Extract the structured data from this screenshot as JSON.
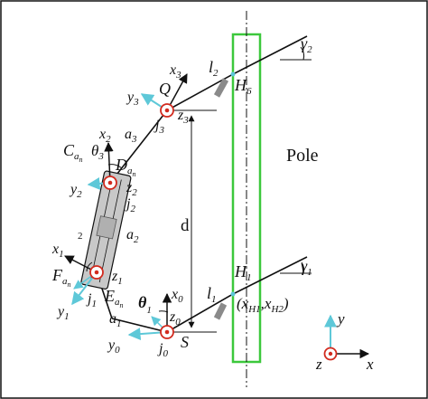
{
  "colors": {
    "pole_outline": "#3cc83c",
    "axis_arrow": "#5ec8d8",
    "joint": "#d22a1e",
    "link": "#111111",
    "link_body": "#c8c8c8",
    "sensor": "#8a8a8a"
  },
  "labels": {
    "pole": "Pole",
    "d": "d",
    "gamma2": "γ",
    "gamma2_sub": "2",
    "gamma1": "γ",
    "gamma1_sub": "1",
    "l2": "l",
    "l2_sub": "2",
    "l1": "l",
    "l1_sub": "1",
    "H6": "H",
    "H6_sub": "6",
    "H1": "H",
    "H1_sub": "1",
    "coord": "(x",
    "coord_sub1": "H1",
    "coord_mid": ",x",
    "coord_sub2": "H2",
    "coord_end": ")",
    "Q": "Q",
    "S": "S",
    "x3": "x",
    "x3_sub": "3",
    "y3": "y",
    "y3_sub": "3",
    "z3": "z",
    "z3_sub": "3",
    "j3": "j",
    "j3_sub": "3",
    "x2": "x",
    "x2_sub": "2",
    "a3": "a",
    "a3_sub": "3",
    "C": "C",
    "C_sub": "a",
    "C_subsub": "n",
    "theta3": "θ",
    "theta3_sub": "3",
    "D": "D",
    "D_sub": "a",
    "D_subsub": "n",
    "y2": "y",
    "y2_sub": "2",
    "z2": "z",
    "z2_sub": "2",
    "j2": "j",
    "j2_sub": "2",
    "a2": "a",
    "a2_sub": "2",
    "x1": "x",
    "x1_sub": "1",
    "num2": "2",
    "F": "F",
    "F_sub": "a",
    "F_subsub": "n",
    "z1": "z",
    "z1_sub": "1",
    "y1": "y",
    "y1_sub": "1",
    "j1": "j",
    "j1_sub": "1",
    "E": "E",
    "E_sub": "a",
    "E_subsub": "n",
    "a1": "a",
    "a1_sub": "1",
    "theta1": "θ",
    "theta1_sub": "1",
    "x0": "x",
    "x0_sub": "0",
    "z0": "z",
    "z0_sub": "0",
    "y0": "y",
    "y0_sub": "0",
    "j0": "j",
    "j0_sub": "0",
    "frame_y": "y",
    "frame_z": "z",
    "frame_x": "x"
  }
}
